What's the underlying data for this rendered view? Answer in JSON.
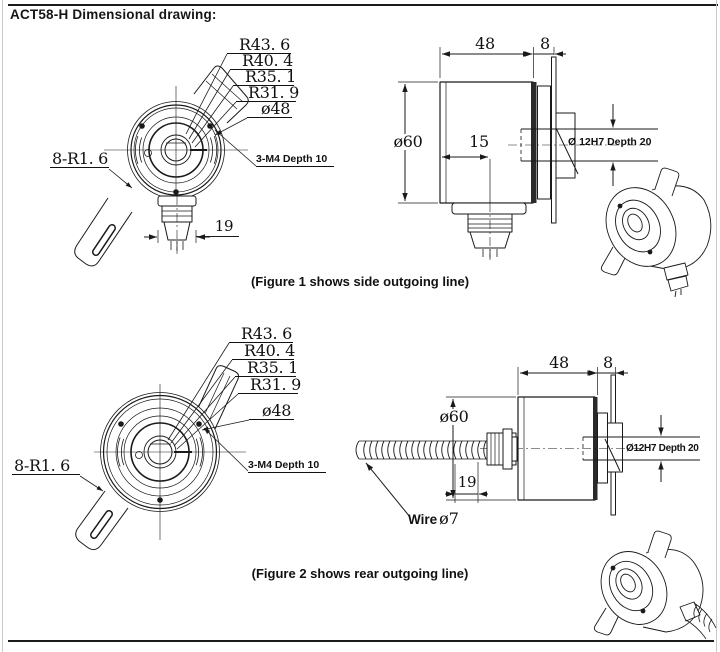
{
  "page": {
    "title": "ACT58-H Dimensional drawing:",
    "ink_color": "#1a1a1a"
  },
  "figure1": {
    "caption": "(Figure 1 shows side outgoing line)",
    "front_view": {
      "radius_labels": [
        "R43. 6",
        "R40. 4",
        "R35. 1",
        "R31. 9"
      ],
      "diameter_label": "ø48",
      "fillet_label": "8-R1. 6",
      "mount_holes_label": "3-M4 Depth 10",
      "gland_width": "19"
    },
    "side_view": {
      "body_length": "48",
      "flange_thickness": "8",
      "body_diameter": "ø60",
      "gland_offset": "15",
      "shaft_label": "Ø 12H7 Depth 20"
    }
  },
  "figure2": {
    "caption": "(Figure 2 shows rear outgoing line)",
    "front_view": {
      "radius_labels": [
        "R43. 6",
        "R40. 4",
        "R35. 1",
        "R31. 9"
      ],
      "diameter_label": "ø48",
      "fillet_label": "8-R1. 6",
      "mount_holes_label": "3-M4 Depth 10"
    },
    "side_view": {
      "body_length": "48",
      "flange_thickness": "8",
      "body_diameter": "ø60",
      "gland_length": "19",
      "shaft_label": "Ø12H7 Depth 20",
      "wire_label": "Wire",
      "wire_diameter": "ø7"
    }
  }
}
